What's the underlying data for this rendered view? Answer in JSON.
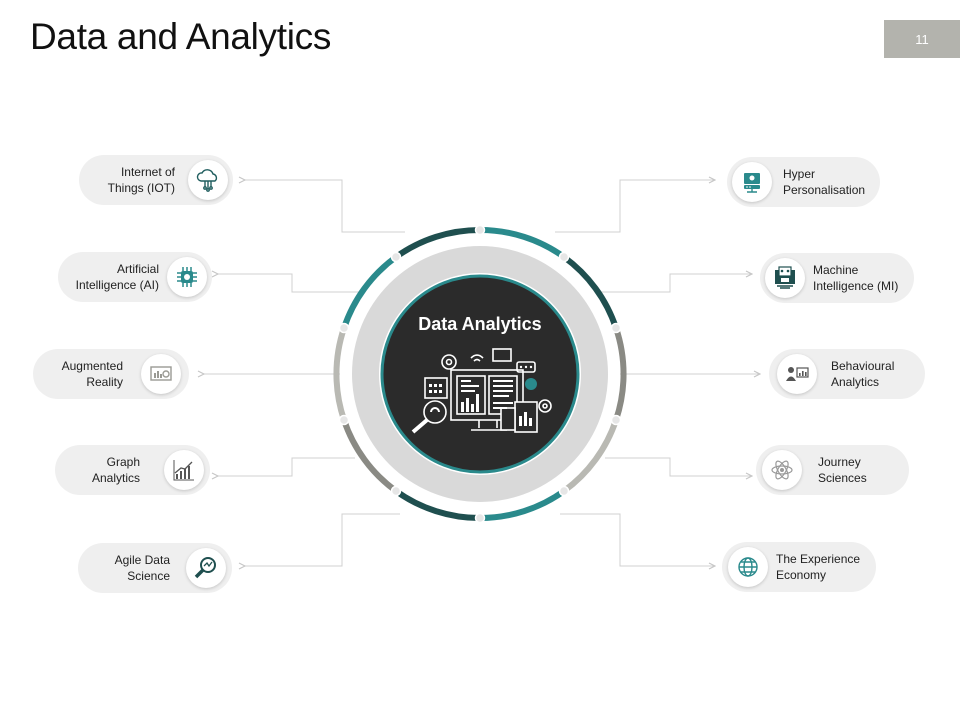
{
  "slide": {
    "title": "Data and Analytics",
    "page_number": "11"
  },
  "center": {
    "label": "Data Analytics"
  },
  "items_left": [
    {
      "label_line1": "Internet of",
      "label_line2": "Things (IOT)",
      "icon": "cloud-circuit-icon"
    },
    {
      "label_line1": "Artificial",
      "label_line2": "Intelligence (AI)",
      "icon": "chip-icon"
    },
    {
      "label_line1": "Augmented",
      "label_line2": "Reality",
      "icon": "screen-chart-icon"
    },
    {
      "label_line1": "Graph",
      "label_line2": "Analytics",
      "icon": "growth-chart-icon"
    },
    {
      "label_line1": "Agile Data",
      "label_line2": "Science",
      "icon": "magnifier-icon"
    }
  ],
  "items_right": [
    {
      "label_line1": "Hyper",
      "label_line2": "Personalisation",
      "icon": "server-icon"
    },
    {
      "label_line1": "Machine",
      "label_line2": "Intelligence (MI)",
      "icon": "robot-icon"
    },
    {
      "label_line1": "Behavioural",
      "label_line2": "Analytics",
      "icon": "user-chart-icon"
    },
    {
      "label_line1": "Journey",
      "label_line2": "Sciences",
      "icon": "atom-icon"
    },
    {
      "label_line1": "The Experience",
      "label_line2": "Economy",
      "icon": "globe-icon"
    }
  ],
  "colors": {
    "teal": "#2a8a8c",
    "dark_teal": "#1f4f4f",
    "gray": "#8a8a84",
    "light_gray": "#b9b9b3",
    "center_dark": "#2b2b2b",
    "pill_bg": "#efefef",
    "page_num_bg": "#b3b3ad"
  }
}
